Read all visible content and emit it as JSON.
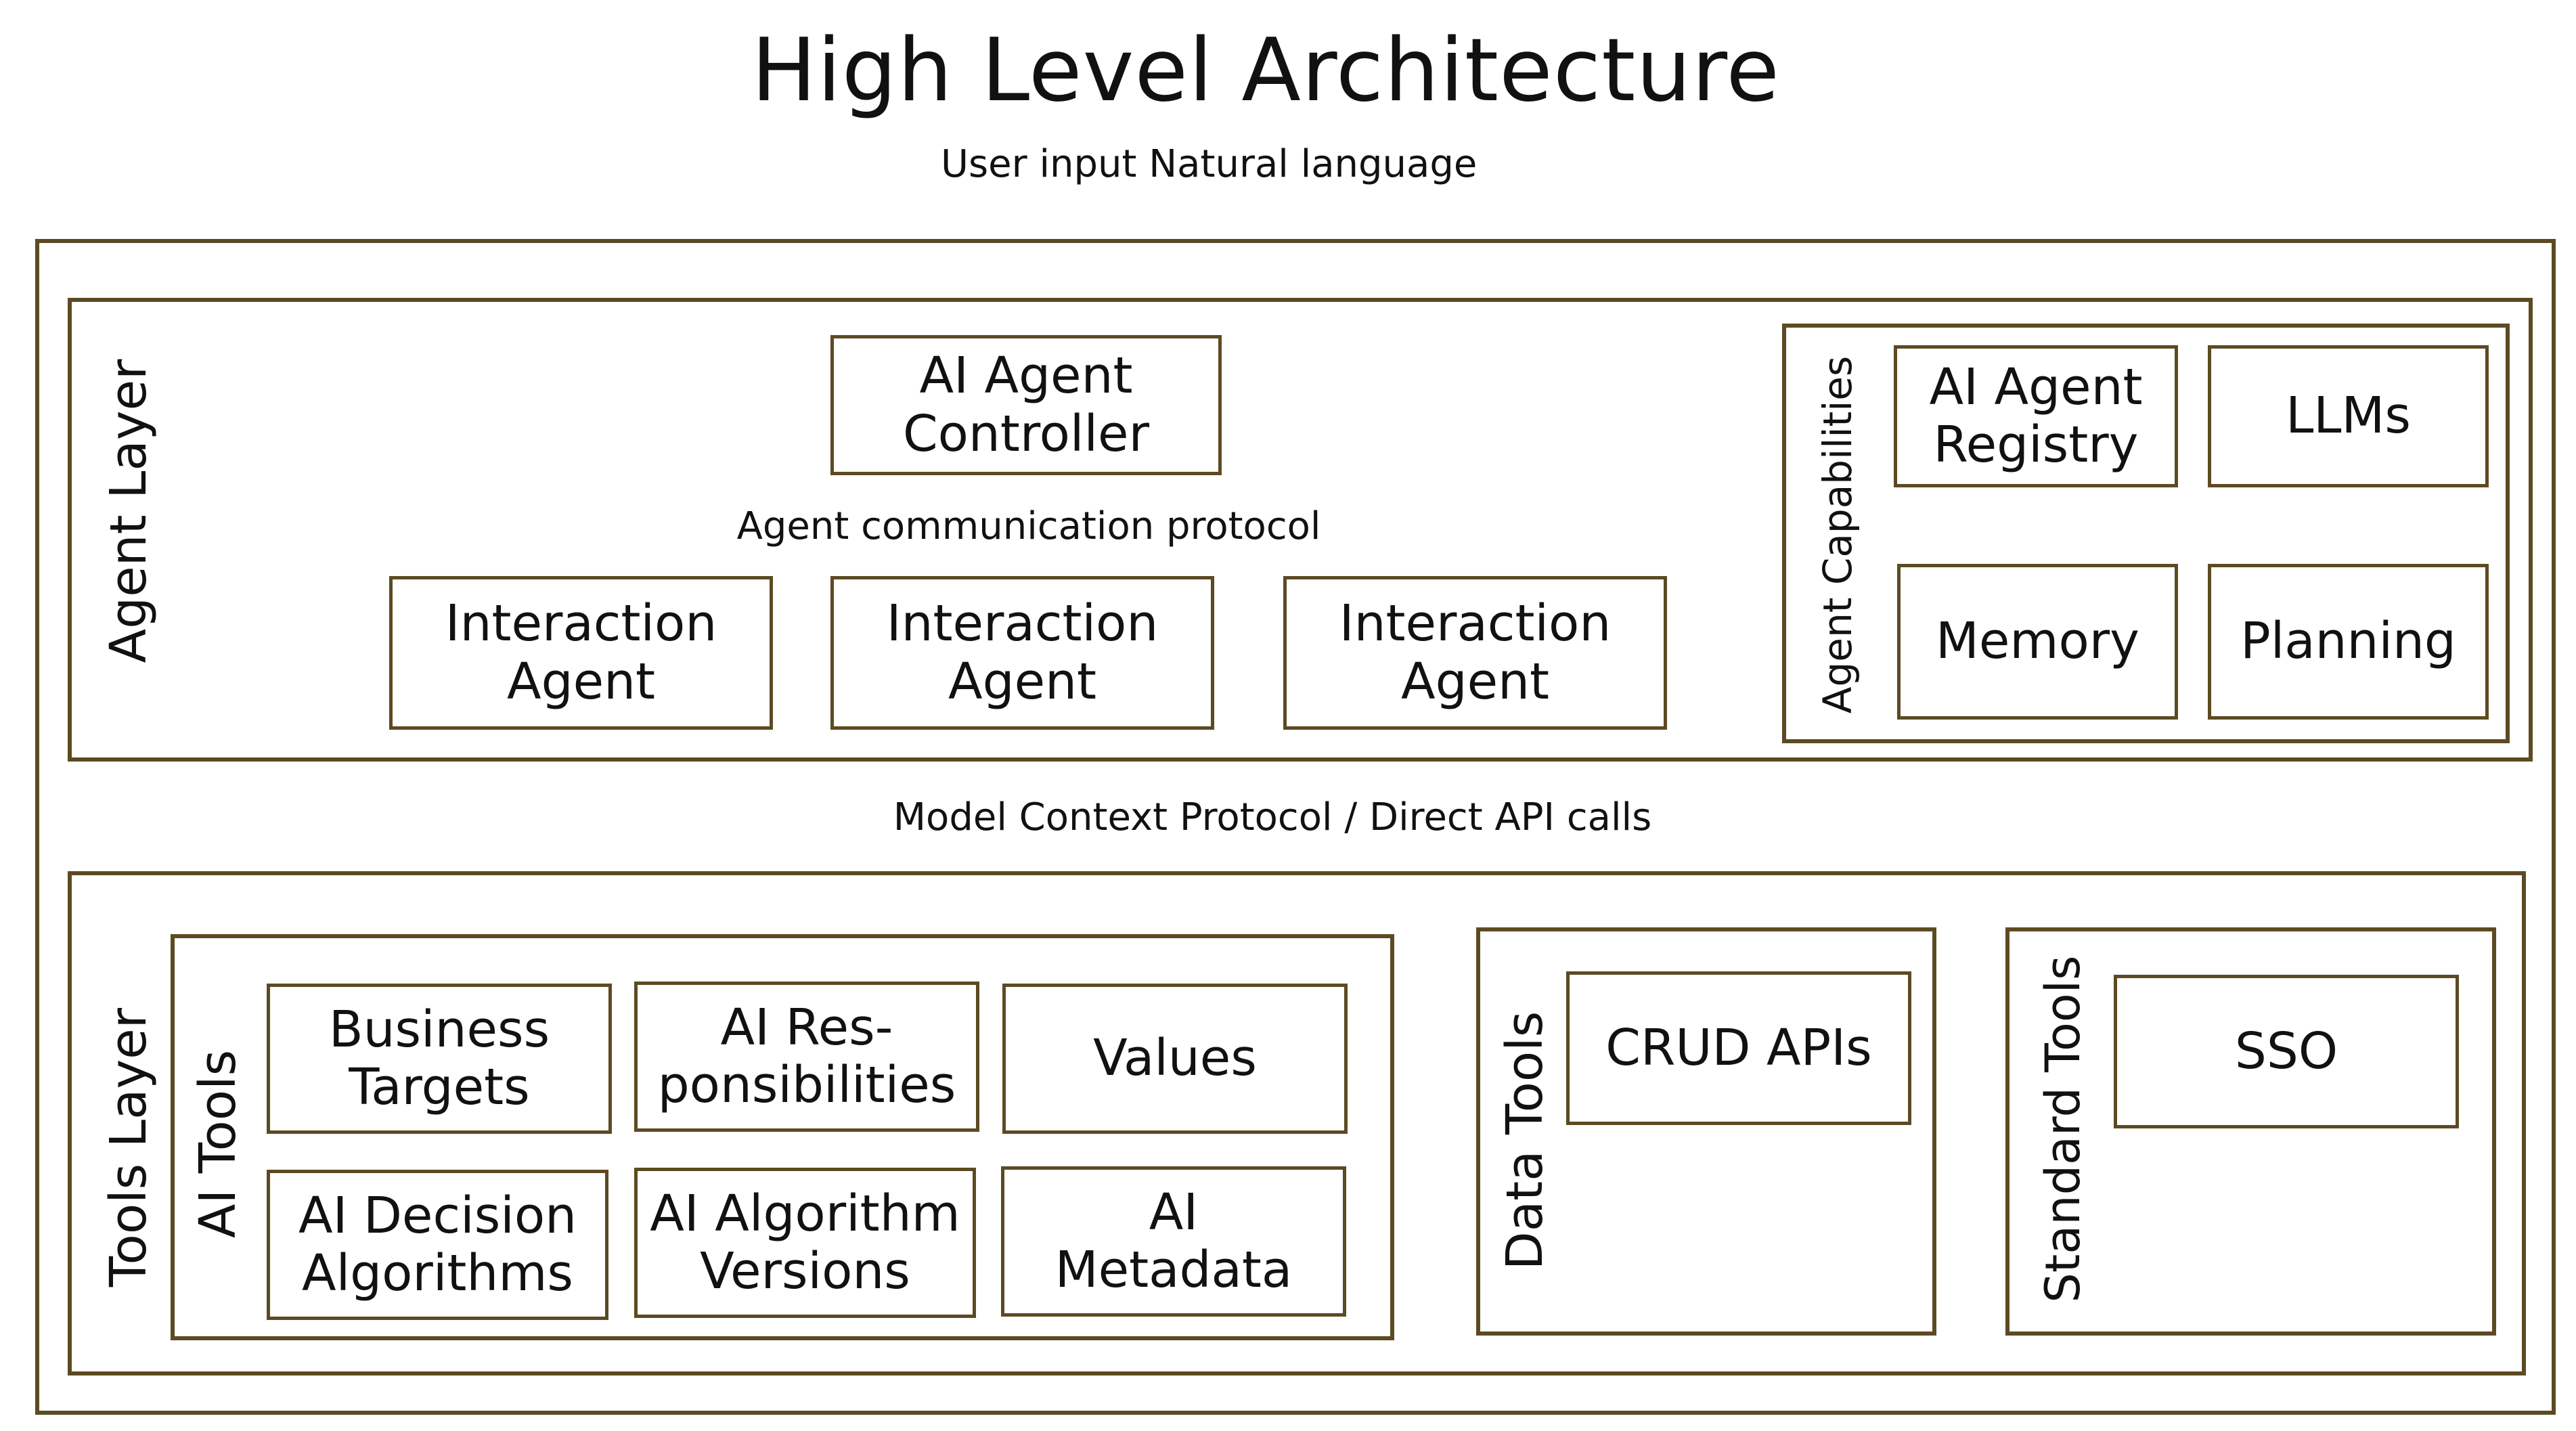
{
  "title": "High Level Architecture",
  "subtitle": "User input Natural language",
  "agent_layer": {
    "label": "Agent Layer",
    "controller": "AI Agent\nController",
    "protocol": "Agent communication protocol",
    "interaction_agents": [
      "Interaction\nAgent",
      "Interaction\nAgent",
      "Interaction\nAgent"
    ],
    "capabilities": {
      "label": "Agent Capabilities",
      "items": [
        "AI Agent\nRegistry",
        "LLMs",
        "Memory",
        "Planning"
      ]
    }
  },
  "mcp_label": "Model Context Protocol / Direct API calls",
  "tools_layer": {
    "label": "Tools Layer",
    "ai_tools": {
      "label": "AI Tools",
      "items": [
        "Business\nTargets",
        "AI Res-\nponsibilities",
        "Values",
        "AI Decision\nAlgorithms",
        "AI Algorithm\nVersions",
        "AI\nMetadata"
      ]
    },
    "data_tools": {
      "label": "Data Tools",
      "items": [
        "CRUD APIs"
      ]
    },
    "standard_tools": {
      "label": "Standard Tools",
      "items": [
        "SSO"
      ]
    }
  },
  "colors": {
    "border": "#5c4a23",
    "text": "#111111",
    "background": "#ffffff"
  }
}
